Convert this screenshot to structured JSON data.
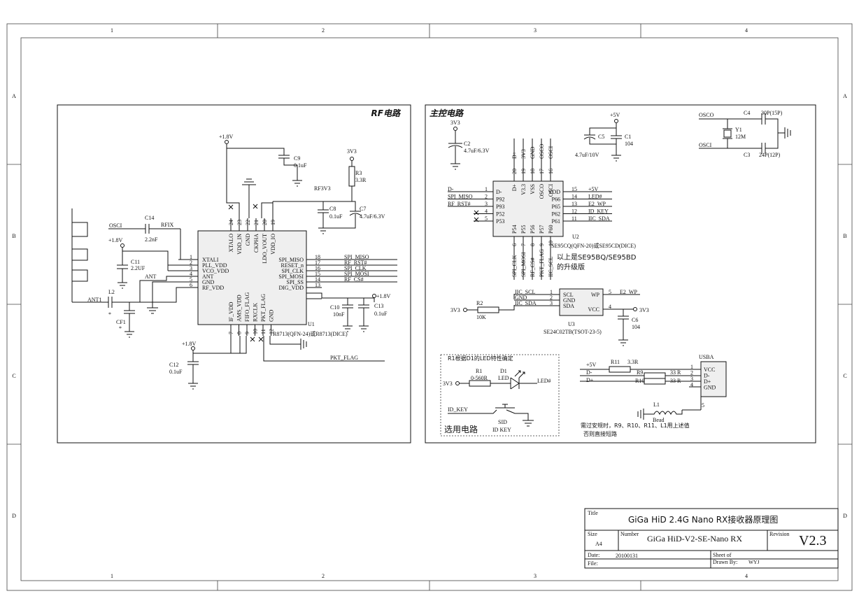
{
  "border": {
    "col_labels": [
      "1",
      "2",
      "3",
      "4"
    ],
    "row_labels": [
      "A",
      "B",
      "C",
      "D"
    ]
  },
  "rf": {
    "title": "RF电路",
    "u1_pins_left": [
      {
        "num": "1",
        "name": "XTALI"
      },
      {
        "num": "2",
        "name": "PLL_VDD"
      },
      {
        "num": "3",
        "name": "VCO_VDD"
      },
      {
        "num": "4",
        "name": "ANT"
      },
      {
        "num": "5",
        "name": "GND"
      },
      {
        "num": "6",
        "name": "RF_VDD"
      }
    ],
    "u1_pins_right": [
      {
        "num": "18",
        "name": "SPI_MISO",
        "net": "SPI_MISO"
      },
      {
        "num": "17",
        "name": "RESET_n",
        "net": "RF_RST#"
      },
      {
        "num": "16",
        "name": "SPI_CLK",
        "net": "SPI_CLK"
      },
      {
        "num": "15",
        "name": "SPI_MOSI",
        "net": "SPI_MOSI"
      },
      {
        "num": "14",
        "name": "SPI_SS",
        "net": "RF_CS#"
      },
      {
        "num": "13",
        "name": "DIG_VDD",
        "net": ""
      }
    ],
    "u1_pins_top": [
      {
        "num": "24",
        "name": "XTALO"
      },
      {
        "num": "23",
        "name": "VDD_IN"
      },
      {
        "num": "22",
        "name": "GND"
      },
      {
        "num": "21",
        "name": "CKPHA"
      },
      {
        "num": "20",
        "name": "LDO_VOUT"
      },
      {
        "num": "19",
        "name": "VDD_IO"
      }
    ],
    "u1_pins_bottom": [
      {
        "num": "7",
        "name": "IF_VDD"
      },
      {
        "num": "8",
        "name": "AMS_VDD"
      },
      {
        "num": "9",
        "name": "FIFO_FLAG"
      },
      {
        "num": "10",
        "name": "RXCLK"
      },
      {
        "num": "11",
        "name": "PKT_FLAG"
      },
      {
        "num": "12",
        "name": "GND"
      }
    ],
    "u1_ref": "U1",
    "u1_part": "R8713(QFN-24)或R8713(DICE)",
    "net_osci": "OSCI",
    "c14": "C14",
    "c14_val": "2.2nF",
    "net_rfix": "RFIX",
    "v18_a": "+1.8V",
    "c11": "C11",
    "c11_val": "2.2UF",
    "net_ant": "ANT",
    "l2": "L2",
    "l2_star": "*",
    "net_ant1": "ANT1",
    "cf1": "CF1",
    "cf1_star": "*",
    "v18_top": "+1.8V",
    "c9": "C9",
    "c9_val": "0.1uF",
    "v3v3": "3V3",
    "r3": "R3",
    "r3_val": "3.3R",
    "net_rf3v3": "RF3V3",
    "c8": "C8",
    "c8_val": "0.1uF",
    "c7": "C7",
    "c7_val": "4.7uF/6.3V",
    "v18_right": "+1.8V",
    "c10": "C10",
    "c10_val": "10nF",
    "c13": "C13",
    "c13_val": "0.1uF",
    "v18_bottom": "+1.8V",
    "c12": "C12",
    "c12_val": "0.1uF",
    "net_pkt_flag": "PKT_FLAG"
  },
  "mcu": {
    "title": "主控电路",
    "v3v3": "3V3",
    "c2": "C2",
    "c2_val": "4.7uF/6.3V",
    "v5": "+5V",
    "c5": "C5",
    "c1": "C1",
    "c1_val": "104",
    "c5_val": "4.7uF/10V",
    "osco": "OSCO",
    "osci": "OSCI",
    "c4": "C4",
    "c4_val": "30P(15P)",
    "y1": "Y1",
    "y1_val": "12M",
    "c3": "C3",
    "c3_val": "24P(12P)",
    "u2_top": [
      {
        "num": "20",
        "name": "D+",
        "net": "D+"
      },
      {
        "num": "19",
        "name": "V3.3",
        "net": "3V3"
      },
      {
        "num": "18",
        "name": "VSS",
        "net": "GND"
      },
      {
        "num": "17",
        "name": "OSCO",
        "net": "OSCO"
      },
      {
        "num": "16",
        "name": "OSCI",
        "net": "OSCI"
      }
    ],
    "u2_left": [
      {
        "num": "1",
        "name": "D-",
        "net": "D-"
      },
      {
        "num": "2",
        "name": "P92",
        "net": "SPI_MISO"
      },
      {
        "num": "3",
        "name": "P93",
        "net": "RF_RST#"
      },
      {
        "num": "4",
        "name": "P52",
        "net": ""
      },
      {
        "num": "5",
        "name": "P53",
        "net": ""
      }
    ],
    "u2_right": [
      {
        "num": "15",
        "name": "VDD",
        "net": "+5V"
      },
      {
        "num": "14",
        "name": "P66",
        "net": "LED#"
      },
      {
        "num": "13",
        "name": "P65",
        "net": "E2_WP"
      },
      {
        "num": "12",
        "name": "P62",
        "net": "ID_KEY"
      },
      {
        "num": "11",
        "name": "P61",
        "net": "IIC_SDA"
      }
    ],
    "u2_bottom": [
      {
        "num": "6",
        "name": "P54",
        "net": "SPI_CLK"
      },
      {
        "num": "7",
        "name": "P55",
        "net": "SPI_MOSI"
      },
      {
        "num": "8",
        "name": "P56",
        "net": "RF_CS#"
      },
      {
        "num": "9",
        "name": "P57",
        "net": "PKT_FLAG"
      },
      {
        "num": "10",
        "name": "P60",
        "net": "IIC_SCL"
      }
    ],
    "u2_ref": "U2",
    "u2_part": "SE95CQ(QFN-20)或SE95CD(DICE)",
    "u2_note_1": "以上是SE95BQ/SE95BD",
    "u2_note_2": "的升级版",
    "u3_pins": [
      {
        "num": "1",
        "name": "SCL",
        "net": "IIC_SCL"
      },
      {
        "num": "2",
        "name": "GND",
        "net": "GND"
      },
      {
        "num": "3",
        "name": "SDA",
        "net": "IIC_SDA"
      },
      {
        "num": "5",
        "name": "WP",
        "net": "E2_WP"
      },
      {
        "num": "4",
        "name": "VCC",
        "net": ""
      }
    ],
    "u3_ref": "U3",
    "u3_part": "SE24C02TB(TSOT-23-5)",
    "r2": "R2",
    "r2_val": "10K",
    "v3v3_r2": "3V3",
    "c6": "C6",
    "c6_val": "104",
    "v3v3_c6": "3V3",
    "led_note": "R1根据D1的LED特性确定",
    "r1": "R1",
    "r1_val": "0-560R",
    "v3v3_r1": "3V3",
    "d1": "D1",
    "d1_val": "LED",
    "net_led": "LED#",
    "net_id_key": "ID_KEY",
    "sid": "SID",
    "sid_val": "ID KEY",
    "opt_label": "选用电路",
    "v5_usb": "+5V",
    "r11": "R11",
    "r11_val": "3.3R",
    "net_dm": "D-",
    "net_dp": "D+",
    "r9": "R9",
    "r9_val": "33 R",
    "r10": "R10",
    "r10_val": "33 R",
    "usb_ref": "USBA",
    "usb_pins": [
      {
        "num": "1",
        "name": "VCC"
      },
      {
        "num": "2",
        "name": "D-"
      },
      {
        "num": "3",
        "name": "D+"
      },
      {
        "num": "4",
        "name": "GND"
      }
    ],
    "usb_pin5": "5",
    "l1": "L1",
    "l1_val": "Bead",
    "note_1": "需过安规时，R9、R10、R11、L1用上述值",
    "note_2": "否则直接短路"
  },
  "title_block": {
    "title_label": "Title",
    "title": "GiGa HiD 2.4G Nano RX接收器原理图",
    "size_label": "Size",
    "size": "A4",
    "number_label": "Number",
    "number": "GiGa HiD-V2-SE-Nano RX",
    "revision_label": "Revision",
    "revision": "V2.3",
    "date_label": "Date:",
    "date": "20100131",
    "file_label": "File:",
    "sheet_label": "Sheet of",
    "drawn_label": "Drawn By:",
    "drawn": "WYJ"
  }
}
